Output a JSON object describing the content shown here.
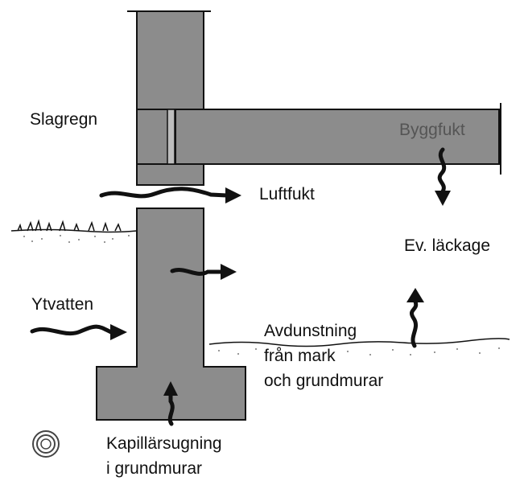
{
  "labels": {
    "slagregn": "Slagregn",
    "byggfukt": "Byggfukt",
    "luftfukt": "Luftfukt",
    "lackage": "Ev. läckage",
    "ytvatten": "Ytvatten",
    "avdunstning_1": "Avdunstning",
    "avdunstning_2": "från mark",
    "avdunstning_3": "och grundmurar",
    "kapillar_1": "Kapillärsugning",
    "kapillar_2": "i grundmurar"
  },
  "colors": {
    "wall": "#8c8c8c",
    "line": "#111111",
    "ground_dots": "#777777",
    "text": "#111111",
    "text_muted": "#555555"
  },
  "icons": [
    "moisture-arrow-icon",
    "circle-logo-icon"
  ]
}
